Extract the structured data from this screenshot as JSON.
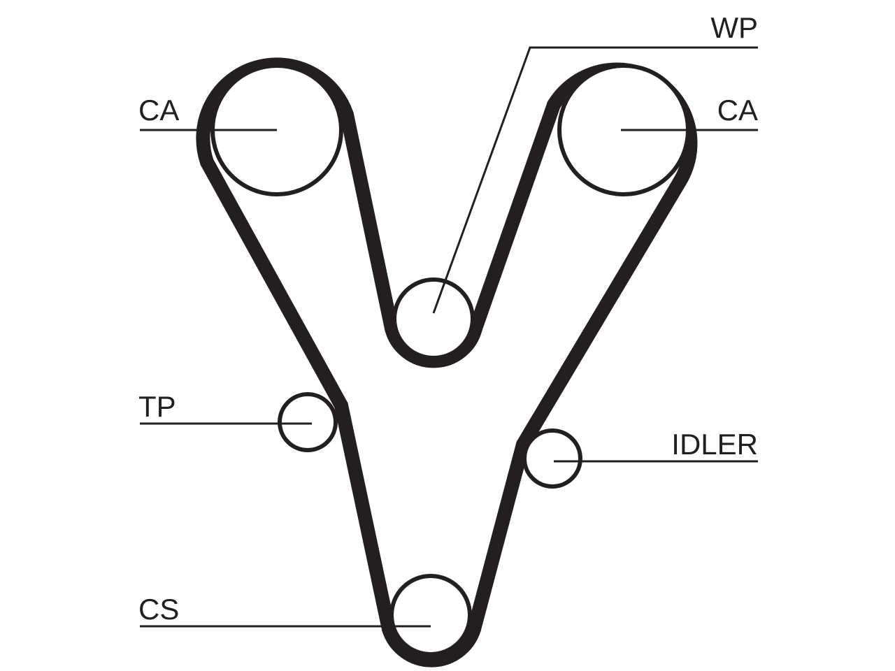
{
  "labels": {
    "cam_left": "CA",
    "cam_right": "CA",
    "water_pump": "WP",
    "tensioner": "TP",
    "idler": "IDLER",
    "crankshaft": "CS"
  },
  "colors": {
    "ink": "#231f20",
    "background": "#ffffff"
  }
}
